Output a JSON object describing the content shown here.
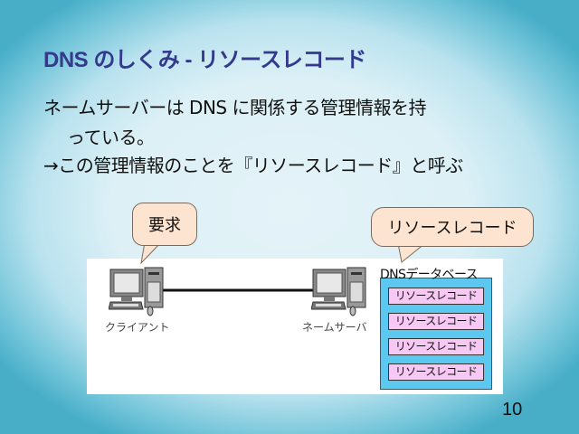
{
  "slide": {
    "title": "DNS のしくみ - リソースレコード",
    "body_lines": [
      "ネームサーバーは DNS に関係する管理情報を持",
      "っている。",
      "→この管理情報のことを『リソースレコード』と呼ぶ"
    ],
    "page_number": "10"
  },
  "diagram": {
    "callouts": {
      "request": "要求",
      "resource_record": "リソースレコード"
    },
    "nodes": {
      "client": {
        "label": "クライアント",
        "icon": "desktop-computer-icon"
      },
      "name_server": {
        "label": "ネームサーバ",
        "icon": "desktop-computer-icon"
      }
    },
    "database": {
      "title": "DNSデータベース",
      "records": [
        "リソースレコード",
        "リソースレコード",
        "リソースレコード",
        "リソースレコード"
      ]
    }
  },
  "colors": {
    "title": "#333a8c",
    "callout_fill": "#fde4d0",
    "database_fill": "#5cc8f0",
    "record_fill": "#f8c8f4"
  }
}
